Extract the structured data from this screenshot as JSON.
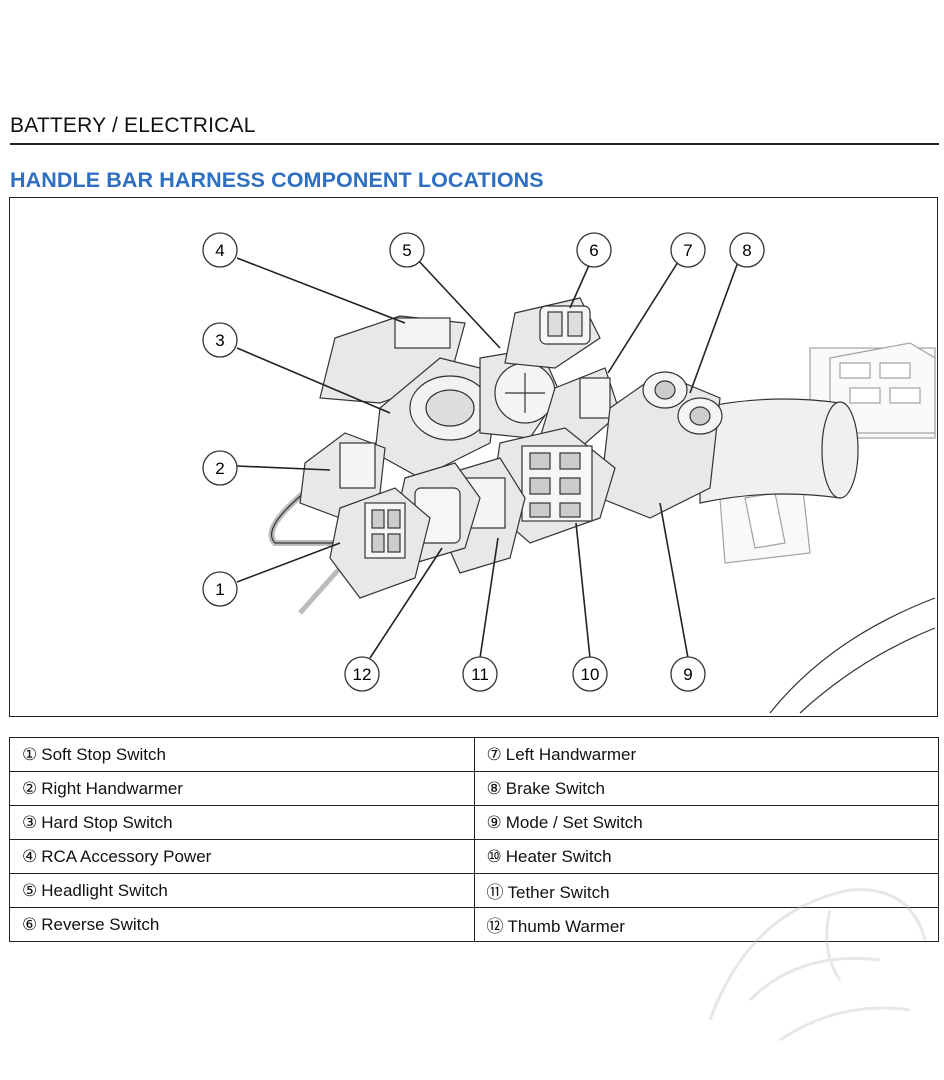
{
  "header": {
    "section": "BATTERY / ELECTRICAL",
    "title": "HANDLE BAR HARNESS COMPONENT LOCATIONS"
  },
  "diagram": {
    "callouts": [
      "1",
      "2",
      "3",
      "4",
      "5",
      "6",
      "7",
      "8",
      "9",
      "10",
      "11",
      "12"
    ]
  },
  "legend": {
    "left": [
      {
        "num": "①",
        "label": "Soft Stop Switch"
      },
      {
        "num": "②",
        "label": "Right Handwarmer"
      },
      {
        "num": "③",
        "label": "Hard Stop Switch"
      },
      {
        "num": "④",
        "label": "RCA Accessory Power"
      },
      {
        "num": "⑤",
        "label": "Headlight Switch"
      },
      {
        "num": "⑥",
        "label": "Reverse Switch"
      }
    ],
    "right": [
      {
        "num": "⑦",
        "label": "Left Handwarmer"
      },
      {
        "num": "⑧",
        "label": "Brake Switch"
      },
      {
        "num": "⑨",
        "label": "Mode / Set Switch"
      },
      {
        "num": "⑩",
        "label": "Heater Switch"
      },
      {
        "num": "⑪",
        "label": "Tether Switch"
      },
      {
        "num": "⑫",
        "label": "Thumb Warmer"
      }
    ]
  },
  "colors": {
    "title": "#2f6fc1",
    "line": "#222222",
    "connector_fill": "#e9e9e9"
  }
}
